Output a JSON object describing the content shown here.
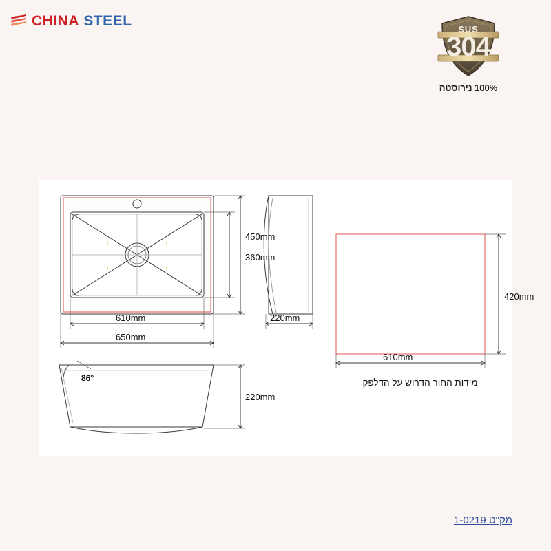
{
  "brand": {
    "name_part1": "CHINA",
    "name_part2": "STEEL",
    "mark_icon": "flame-swoosh-icon",
    "color_part1": "#cf2026",
    "color_part2": "#2f64ad"
  },
  "badge": {
    "icon": "shield-icon",
    "top_label": "SUS",
    "grade": "304",
    "caption": "100% נירוסטה"
  },
  "drawing": {
    "top_view": {
      "label": "top-view",
      "dims": {
        "outer_width": "650mm",
        "inner_width": "610mm",
        "outer_height": "450mm",
        "inner_height": "360mm"
      }
    },
    "side_view": {
      "label": "side-view",
      "dims": {
        "depth": "220mm"
      }
    },
    "front_view": {
      "label": "front-section-view",
      "dims": {
        "height": "220mm",
        "angle": "86°"
      }
    },
    "cutout_view": {
      "label": "cutout-view",
      "dims": {
        "width": "610mm",
        "height": "420mm"
      },
      "caption": "מידות   החור הדרוש על הדלפק"
    }
  },
  "footer": {
    "sku": "מק\"ט 1-0219"
  },
  "colors": {
    "background": "#faf4f2",
    "drawing_bg": "#ffffff",
    "line": "#3a3a3a",
    "accent_red": "#e2544f",
    "link": "#2f4f9e"
  }
}
